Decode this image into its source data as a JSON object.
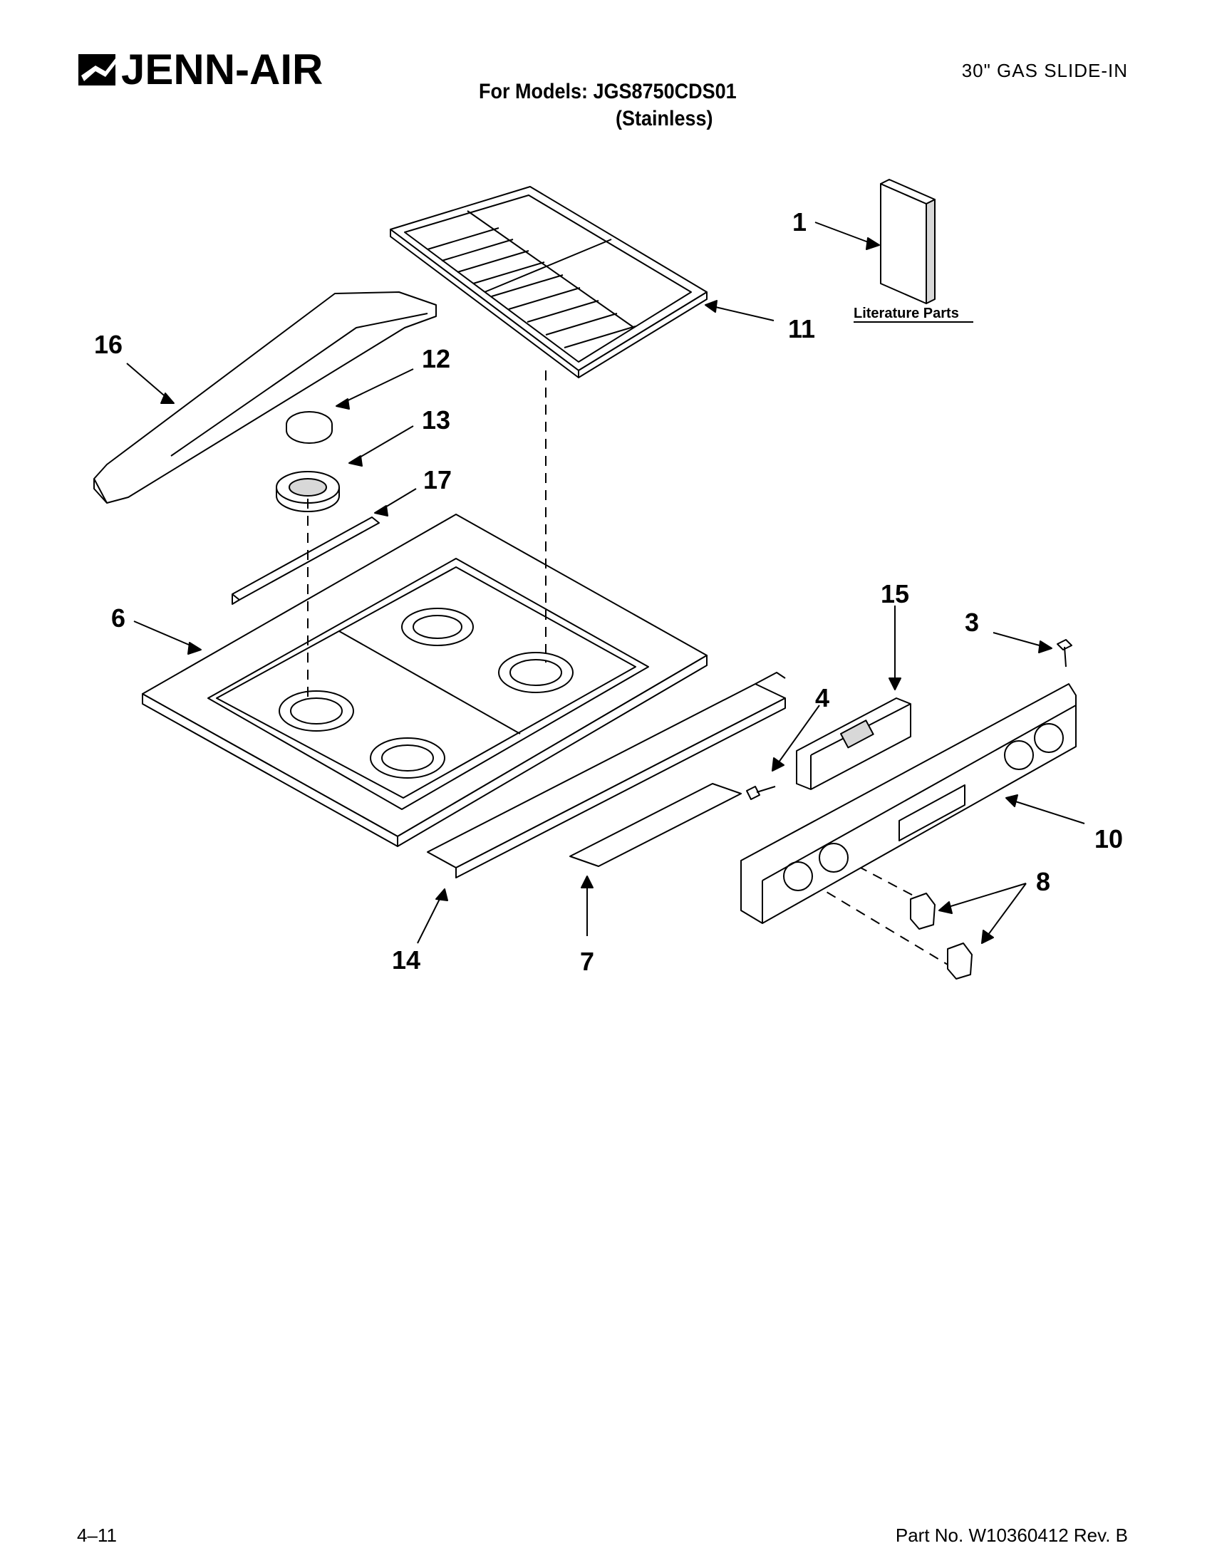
{
  "header": {
    "brand": "JENN-AIR",
    "category": "30\" GAS SLIDE-IN",
    "models_line": "For Models: JGS8750CDS01",
    "finish": "(Stainless)"
  },
  "literature_label": "Literature Parts",
  "callouts": [
    "1",
    "3",
    "4",
    "6",
    "7",
    "8",
    "10",
    "11",
    "12",
    "13",
    "14",
    "15",
    "16",
    "17"
  ],
  "footer": {
    "page": "4–11",
    "part_number": "Part No. W10360412 Rev. B"
  },
  "colors": {
    "line": "#000000",
    "fill": "#ffffff",
    "shade": "#d8d8d8"
  }
}
